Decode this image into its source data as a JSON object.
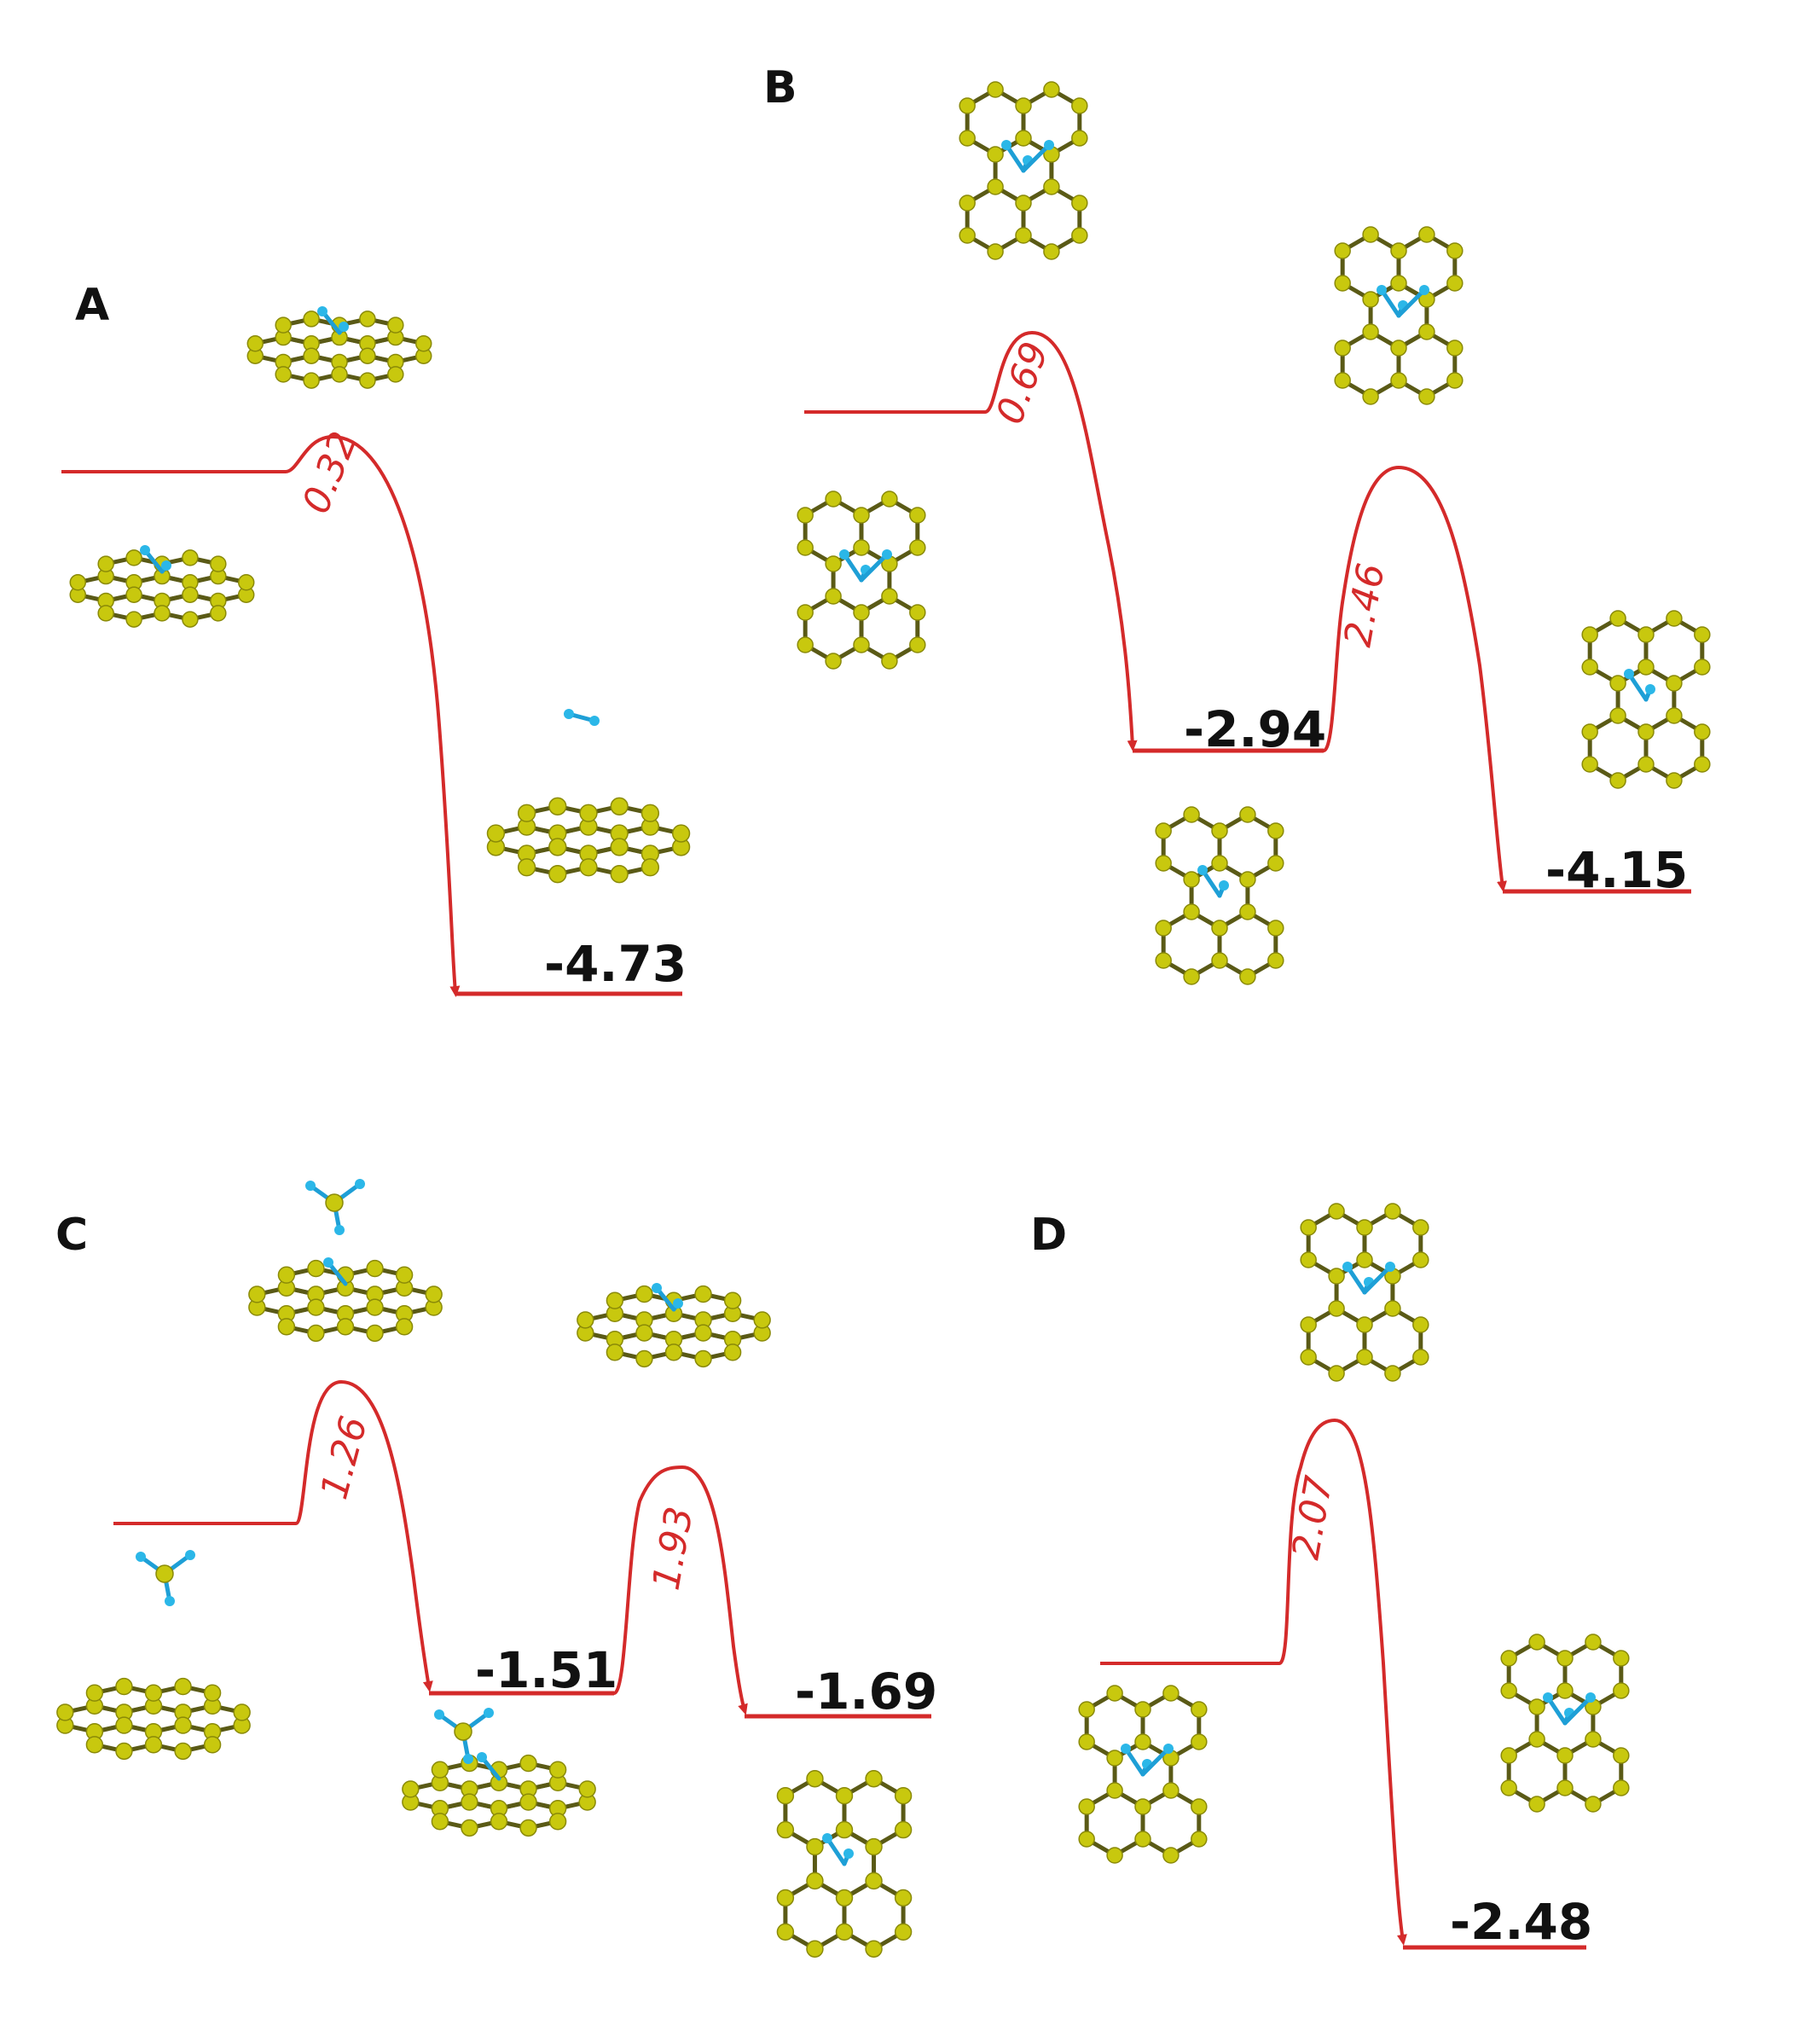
{
  "colors": {
    "pathway": "#d42a2a",
    "carbon": "#c8c80e",
    "hydrogen": "#2bb7e8",
    "text": "#111111"
  },
  "panels": [
    {
      "id": "A",
      "label": "A",
      "barriers": [
        "0.32"
      ],
      "energies": [
        "-4.73"
      ]
    },
    {
      "id": "B",
      "label": "B",
      "barriers": [
        "0.69",
        "2.46"
      ],
      "energies": [
        "-2.94",
        "-4.15"
      ]
    },
    {
      "id": "C",
      "label": "C",
      "barriers": [
        "1.26",
        "1.93"
      ],
      "energies": [
        "-1.51",
        "-1.69"
      ]
    },
    {
      "id": "D",
      "label": "D",
      "barriers": [
        "2.07"
      ],
      "energies": [
        "-2.48"
      ]
    }
  ],
  "molecule_icon": "carbon-cluster-with-hydrogen"
}
